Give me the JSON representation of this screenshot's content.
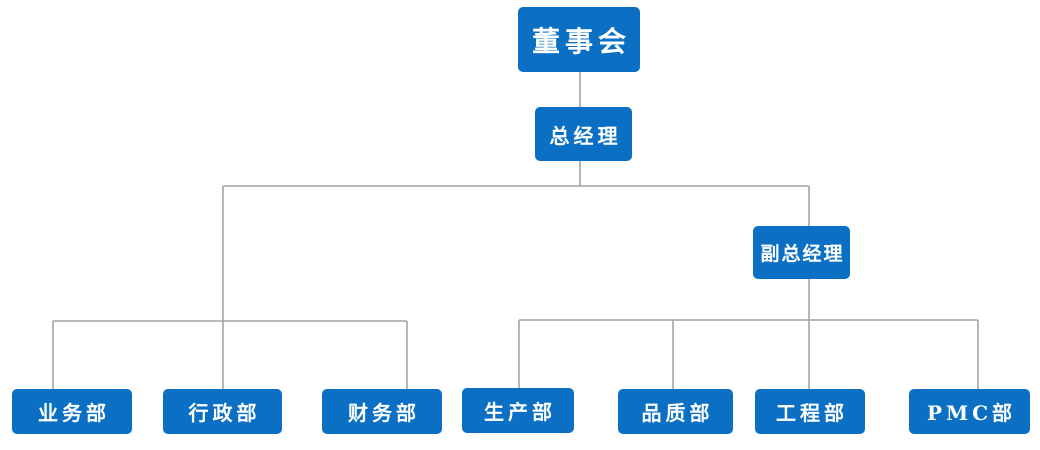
{
  "org": {
    "nodes": {
      "board": {
        "label": "董事会"
      },
      "gm": {
        "label": "总经理"
      },
      "dgm": {
        "label": "副总经理"
      },
      "business": {
        "label": "业务部"
      },
      "admin": {
        "label": "行政部"
      },
      "finance": {
        "label": "财务部"
      },
      "production": {
        "label": "生产部"
      },
      "quality": {
        "label": "品质部"
      },
      "engineering": {
        "label": "工程部"
      },
      "pmc": {
        "label": "PMC部"
      }
    },
    "edges": [
      {
        "from": "board",
        "to": "gm"
      },
      {
        "from": "gm",
        "to": "business"
      },
      {
        "from": "gm",
        "to": "admin"
      },
      {
        "from": "gm",
        "to": "finance"
      },
      {
        "from": "gm",
        "to": "dgm"
      },
      {
        "from": "dgm",
        "to": "production"
      },
      {
        "from": "dgm",
        "to": "quality"
      },
      {
        "from": "dgm",
        "to": "engineering"
      },
      {
        "from": "dgm",
        "to": "pmc"
      }
    ],
    "colors": {
      "node_fill": "#0b70c4",
      "node_text": "#ffffff",
      "connector": "#a3a3a3",
      "background": "#ffffff"
    }
  }
}
